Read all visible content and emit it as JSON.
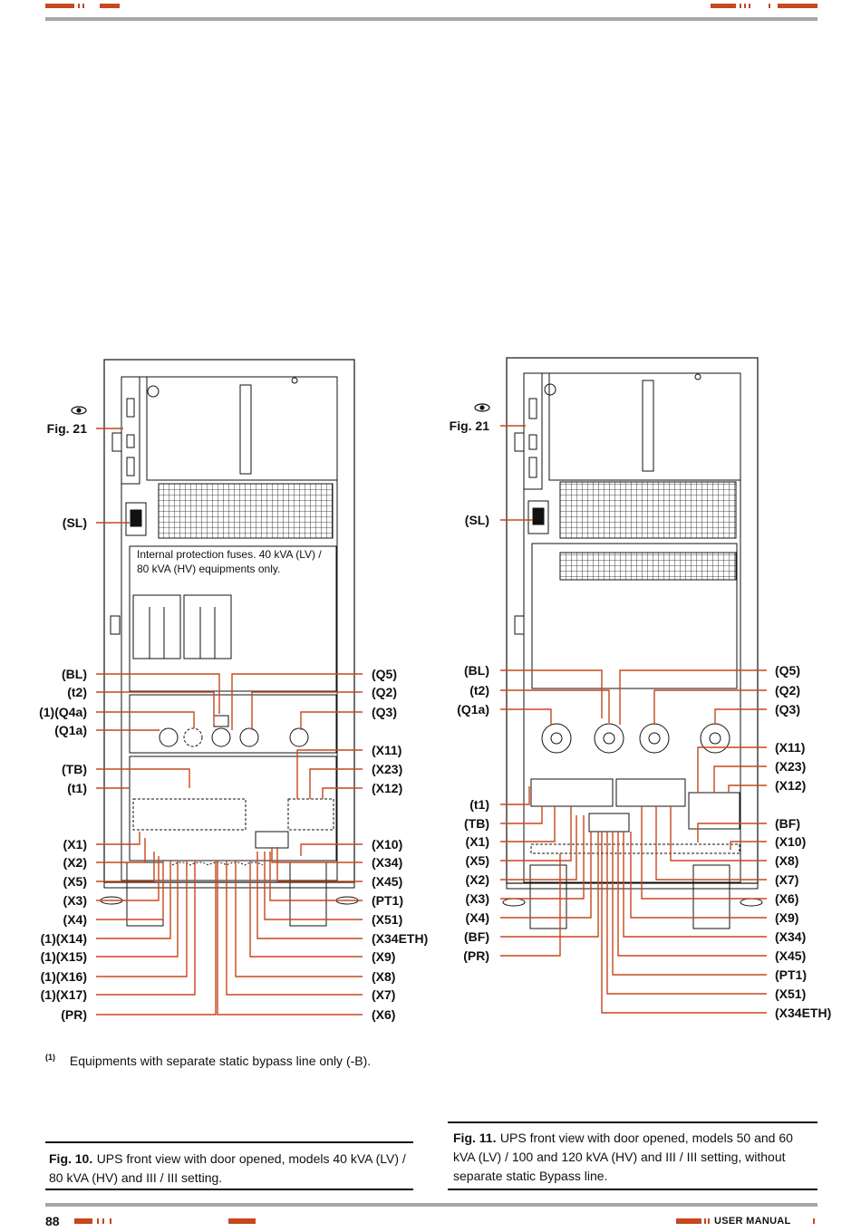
{
  "footer": {
    "page_number": "88",
    "manual_label": "USER MANUAL"
  },
  "footnote": {
    "marker": "(1)",
    "text": "Equipments with separate static bypass line only (-B)."
  },
  "fig10": {
    "number": "Fig. 10.",
    "caption": "UPS front view with door opened, models 40 kVA (LV) / 80 kVA (HV) and III / III setting.",
    "fuse_note": "Internal protection fuses. 40 kVA (LV) / 80 kVA (HV) equipments only.",
    "left_labels": [
      "Fig. 21",
      "(SL)",
      "(BL)",
      "(t2)",
      "(1)(Q4a)",
      "(Q1a)",
      "(TB)",
      "(t1)",
      "(X1)",
      "(X2)",
      "(X5)",
      "(X3)",
      "(X4)",
      "(1)(X14)",
      "(1)(X15)",
      "(1)(X16)",
      "(1)(X17)",
      "(PR)"
    ],
    "right_labels": [
      "(Q5)",
      "(Q2)",
      "(Q3)",
      "(X11)",
      "(X23)",
      "(X12)",
      "(X10)",
      "(X34)",
      "(X45)",
      "(PT1)",
      "(X51)",
      "(X34ETH)",
      "(X9)",
      "(X8)",
      "(X7)",
      "(X6)"
    ]
  },
  "fig11": {
    "number": "Fig. 11.",
    "caption": "UPS front view with door opened, models 50 and 60 kVA (LV) / 100 and 120 kVA (HV) and III / III setting, without separate static Bypass line.",
    "left_labels": [
      "Fig. 21",
      "(SL)",
      "(BL)",
      "(t2)",
      "(Q1a)",
      "(t1)",
      "(TB)",
      "(X1)",
      "(X5)",
      "(X2)",
      "(X3)",
      "(X4)",
      "(BF)",
      "(PR)"
    ],
    "right_labels": [
      "(Q5)",
      "(Q2)",
      "(Q3)",
      "(X11)",
      "(X23)",
      "(X12)",
      "(BF)",
      "(X10)",
      "(X8)",
      "(X7)",
      "(X6)",
      "(X9)",
      "(X34)",
      "(X45)",
      "(PT1)",
      "(X51)",
      "(X34ETH)"
    ]
  },
  "colors": {
    "accent": "#c8471d",
    "rule": "#a6a6a6",
    "line": "#111111"
  },
  "icons": [
    "eye-icon"
  ]
}
